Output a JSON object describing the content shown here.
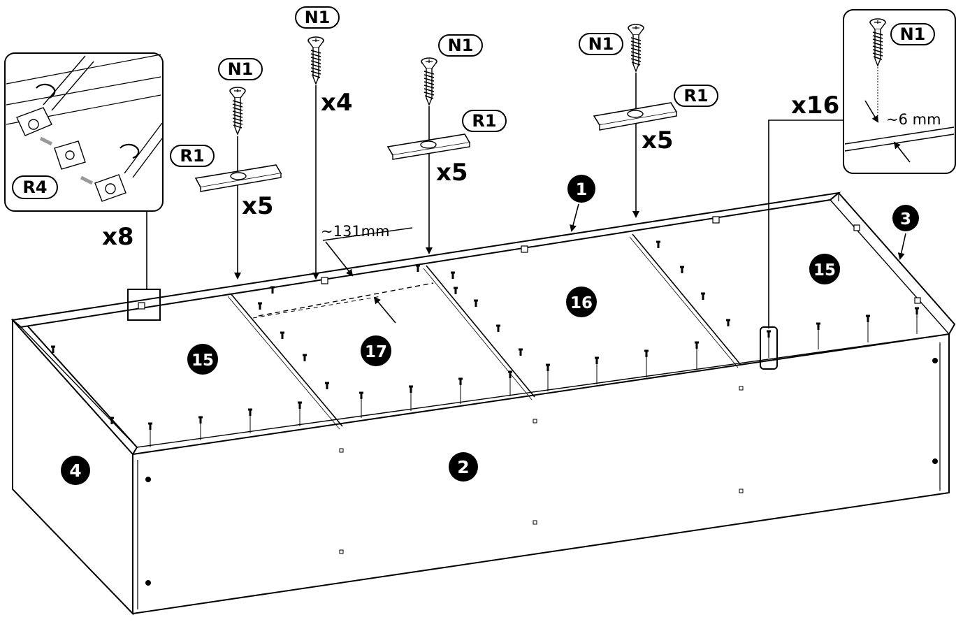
{
  "parts": {
    "p1": "1",
    "p2": "2",
    "p3": "3",
    "p4": "4",
    "p15_left": "15",
    "p15_right": "15",
    "p16": "16",
    "p17": "17"
  },
  "hardware": {
    "n1": "N1",
    "r1": "R1",
    "r4": "R4"
  },
  "quantities": {
    "x8": "x8",
    "x5_a": "x5",
    "x4": "x4",
    "x5_b": "x5",
    "x5_c": "x5",
    "x16": "x16"
  },
  "dimensions": {
    "spacing": "~131mm",
    "depth": "~6 mm"
  }
}
